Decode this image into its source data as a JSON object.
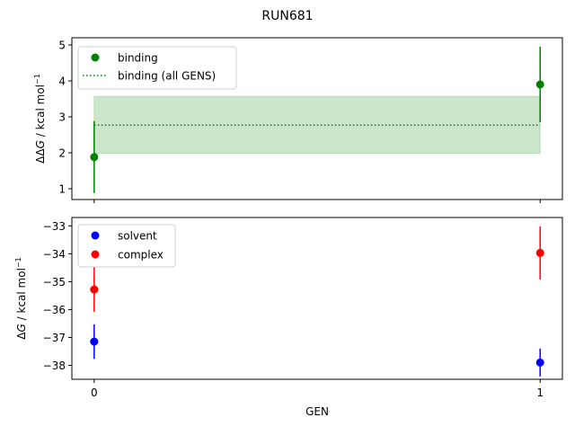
{
  "chart_data": [
    {
      "type": "scatter",
      "panel": "top",
      "ylabel": "ΔΔG / kcal mol⁻¹",
      "ylim": [
        0.7,
        5.2
      ],
      "yticks": [
        1,
        2,
        3,
        4,
        5
      ],
      "xlim": [
        -0.05,
        1.05
      ],
      "legend": "top-left",
      "series": [
        {
          "name": "binding",
          "color": "#008000",
          "marker": "circle",
          "x": [
            0,
            1
          ],
          "y": [
            1.88,
            3.9
          ],
          "yerr": [
            1.0,
            1.05
          ]
        }
      ],
      "hline": {
        "name": "binding (all GENS)",
        "color": "#008000",
        "style": "dotted",
        "y": 2.77,
        "band": [
          1.98,
          3.57
        ],
        "xrange": [
          0,
          1
        ]
      }
    },
    {
      "type": "scatter",
      "panel": "bottom",
      "ylabel": "ΔG / kcal mol⁻¹",
      "xlabel": "GEN",
      "ylim": [
        -38.5,
        -32.7
      ],
      "yticks": [
        -38,
        -37,
        -36,
        -35,
        -34,
        -33
      ],
      "xlim": [
        -0.05,
        1.05
      ],
      "xticks": [
        0,
        1
      ],
      "legend": "top-left",
      "series": [
        {
          "name": "solvent",
          "color": "#0000ff",
          "marker": "circle",
          "x": [
            0,
            1
          ],
          "y": [
            -37.15,
            -37.9
          ],
          "yerr": [
            0.62,
            0.5
          ]
        },
        {
          "name": "complex",
          "color": "#ff0000",
          "marker": "circle",
          "x": [
            0,
            1
          ],
          "y": [
            -35.28,
            -33.97
          ],
          "yerr": [
            0.8,
            0.95
          ]
        }
      ]
    }
  ],
  "figure": {
    "title": "RUN681",
    "top_ylabel_delta": "ΔΔ",
    "top_ylabel_var": "G",
    "top_ylabel_unit": " / kcal mol",
    "top_ylabel_exp": "−1",
    "bottom_ylabel_delta": "Δ",
    "bottom_ylabel_var": "G",
    "bottom_ylabel_unit": " / kcal mol",
    "bottom_ylabel_exp": "−1",
    "xlabel": "GEN",
    "top_legend": [
      "binding",
      "binding (all GENS)"
    ],
    "bottom_legend": [
      "solvent",
      "complex"
    ],
    "top_yticks": [
      "1",
      "2",
      "3",
      "4",
      "5"
    ],
    "bottom_yticks": [
      "−38",
      "−37",
      "−36",
      "−35",
      "−34",
      "−33"
    ],
    "xticks": [
      "0",
      "1"
    ]
  }
}
